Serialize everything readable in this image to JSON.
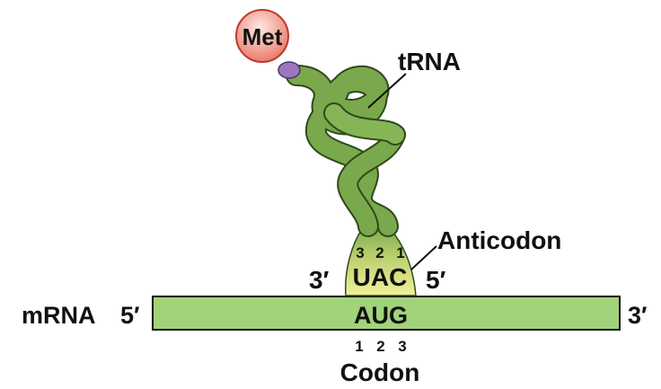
{
  "tags": {
    "amino_acid": "Met",
    "trna": "tRNA",
    "anticodon": "Anticodon",
    "mrna": "mRNA",
    "codon": "Codon"
  },
  "anticodon_bases": "UAC",
  "anticodon_positions": [
    "3",
    "2",
    "1"
  ],
  "anticodon_end_left": "3′",
  "anticodon_end_right": "5′",
  "mrna_codon": "AUG",
  "mrna_end_left": "5′",
  "mrna_end_right": "3′",
  "codon_positions": [
    "1",
    "2",
    "3"
  ],
  "colors": {
    "trna_green": "#7aa84c",
    "trna_outline": "#2f4a1c",
    "mrna_green": "#a2d27a",
    "met_red": "#f19a8c",
    "linker_purple": "#9b78bd",
    "anticodon_yellow": "#f2f09a"
  }
}
